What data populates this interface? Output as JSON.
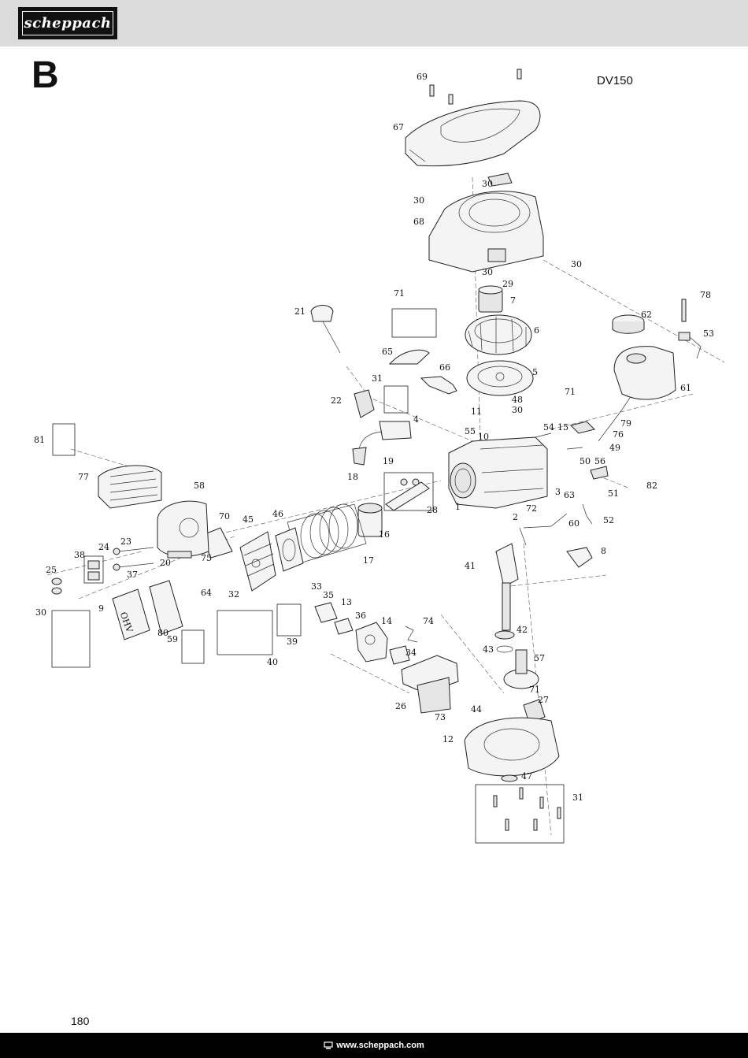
{
  "header": {
    "brand": "scheppach",
    "section_letter": "B",
    "model": "DV150"
  },
  "diagram": {
    "part_numbers": [
      {
        "n": "1"
      },
      {
        "n": "2"
      },
      {
        "n": "3"
      },
      {
        "n": "4"
      },
      {
        "n": "5"
      },
      {
        "n": "6"
      },
      {
        "n": "7"
      },
      {
        "n": "8"
      },
      {
        "n": "9"
      },
      {
        "n": "10"
      },
      {
        "n": "11"
      },
      {
        "n": "12"
      },
      {
        "n": "13"
      },
      {
        "n": "14"
      },
      {
        "n": "15"
      },
      {
        "n": "16"
      },
      {
        "n": "17"
      },
      {
        "n": "18"
      },
      {
        "n": "19"
      },
      {
        "n": "20"
      },
      {
        "n": "21"
      },
      {
        "n": "22"
      },
      {
        "n": "23"
      },
      {
        "n": "24"
      },
      {
        "n": "25"
      },
      {
        "n": "26"
      },
      {
        "n": "27"
      },
      {
        "n": "28"
      },
      {
        "n": "29"
      },
      {
        "n": "30"
      },
      {
        "n": "30"
      },
      {
        "n": "30"
      },
      {
        "n": "30"
      },
      {
        "n": "30"
      },
      {
        "n": "30"
      },
      {
        "n": "31"
      },
      {
        "n": "31"
      },
      {
        "n": "32"
      },
      {
        "n": "33"
      },
      {
        "n": "34"
      },
      {
        "n": "35"
      },
      {
        "n": "36"
      },
      {
        "n": "37"
      },
      {
        "n": "38"
      },
      {
        "n": "39"
      },
      {
        "n": "40"
      },
      {
        "n": "41"
      },
      {
        "n": "42"
      },
      {
        "n": "43"
      },
      {
        "n": "44"
      },
      {
        "n": "45"
      },
      {
        "n": "46"
      },
      {
        "n": "47"
      },
      {
        "n": "48"
      },
      {
        "n": "49"
      },
      {
        "n": "50"
      },
      {
        "n": "51"
      },
      {
        "n": "52"
      },
      {
        "n": "53"
      },
      {
        "n": "54"
      },
      {
        "n": "55"
      },
      {
        "n": "56"
      },
      {
        "n": "57"
      },
      {
        "n": "58"
      },
      {
        "n": "59"
      },
      {
        "n": "60"
      },
      {
        "n": "61"
      },
      {
        "n": "62"
      },
      {
        "n": "63"
      },
      {
        "n": "64"
      },
      {
        "n": "65"
      },
      {
        "n": "66"
      },
      {
        "n": "67"
      },
      {
        "n": "68"
      },
      {
        "n": "69"
      },
      {
        "n": "70"
      },
      {
        "n": "71"
      },
      {
        "n": "71"
      },
      {
        "n": "71"
      },
      {
        "n": "72"
      },
      {
        "n": "73"
      },
      {
        "n": "74"
      },
      {
        "n": "75"
      },
      {
        "n": "76"
      },
      {
        "n": "77"
      },
      {
        "n": "78"
      },
      {
        "n": "79"
      },
      {
        "n": "80"
      },
      {
        "n": "81"
      },
      {
        "n": "82"
      }
    ],
    "muffler_stamp": "OHV"
  },
  "footer": {
    "page_number": "180",
    "website": "www.scheppach.com",
    "icon": "monitor-icon"
  }
}
